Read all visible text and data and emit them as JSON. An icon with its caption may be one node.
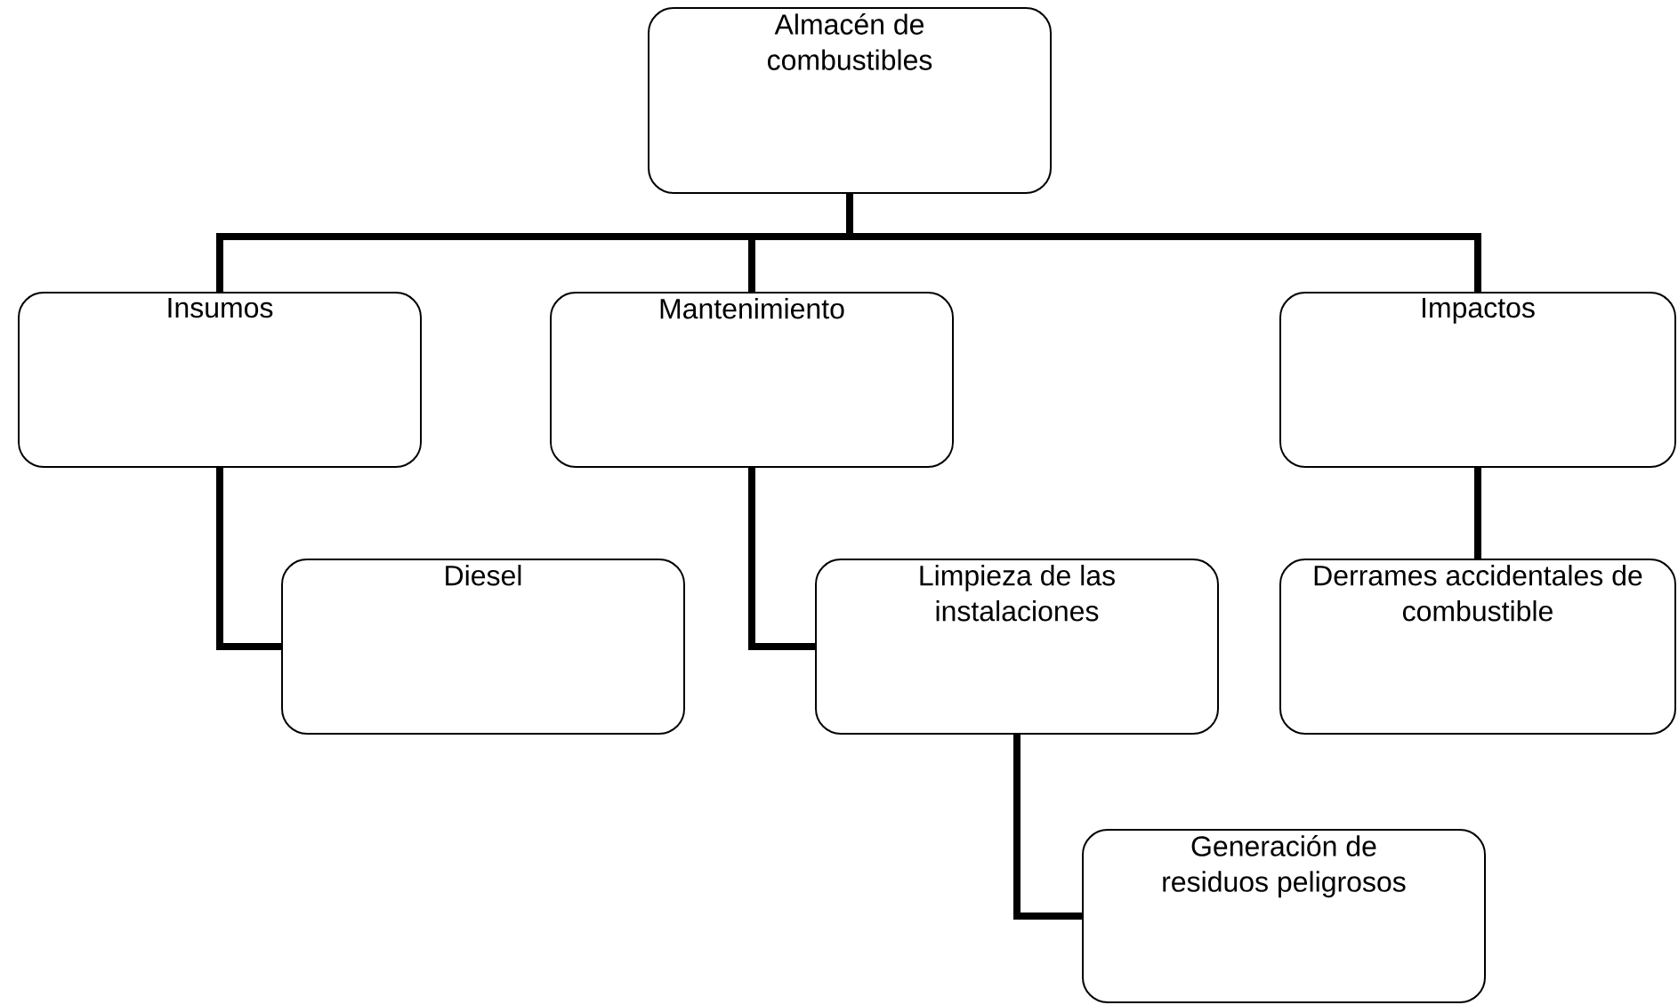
{
  "diagram": {
    "nodes": [
      {
        "text": [
          "Almacén de combustibles"
        ]
      },
      {
        "text": [
          "Insumos"
        ]
      },
      {
        "text": [
          "Mantenimiento"
        ]
      },
      {
        "text": [
          "Impactos"
        ]
      },
      {
        "text": [
          "Diesel"
        ]
      },
      {
        "text": [
          "Limpieza de las instalaciones"
        ]
      },
      {
        "text": [
          "Derrames accidentales de combustible"
        ]
      },
      {
        "text": [
          "Generación de residuos peligrosos"
        ]
      }
    ],
    "edges": [
      {
        "from": 0,
        "to": 1,
        "arrow": "none"
      },
      {
        "from": 0,
        "to": 2,
        "arrow": "none"
      },
      {
        "from": 0,
        "to": 3,
        "arrow": "none"
      },
      {
        "from": 1,
        "to": 4,
        "arrow": "none"
      },
      {
        "from": 2,
        "to": 5,
        "arrow": "none"
      },
      {
        "from": 3,
        "to": 6,
        "arrow": "none"
      },
      {
        "from": 5,
        "to": 7,
        "arrow": "none"
      }
    ]
  }
}
